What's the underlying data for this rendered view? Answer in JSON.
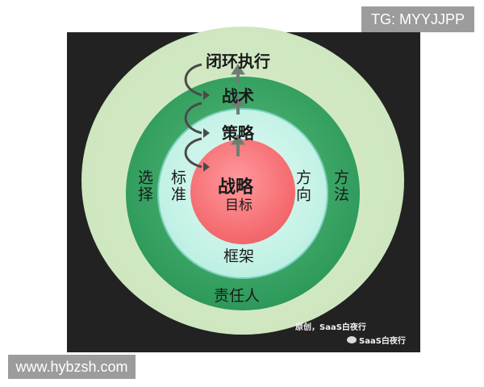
{
  "diagram": {
    "top_labels": [
      "闭环执行",
      "战术",
      "策略"
    ],
    "core": {
      "title": "战略",
      "subtitle": "目标"
    },
    "inner_ring": {
      "left": "标准",
      "right": "方向",
      "bottom": "框架"
    },
    "green_ring": {
      "left": "选择",
      "right": "方法",
      "bottom": "责任人"
    }
  },
  "watermarks": {
    "image_credit": "原创，SaaS白夜行",
    "wechat_tag": "SaaS白夜行"
  },
  "overlay": {
    "tg_label": "TG: MYYJJPP",
    "site_url": "www.hybzsh.com"
  },
  "colors": {
    "outer_ring": "#cfe7c0",
    "green_ring": "#2f9b5c",
    "inner_ring": "#bff0e4",
    "core": "#f56e72",
    "frame": "#222222"
  }
}
